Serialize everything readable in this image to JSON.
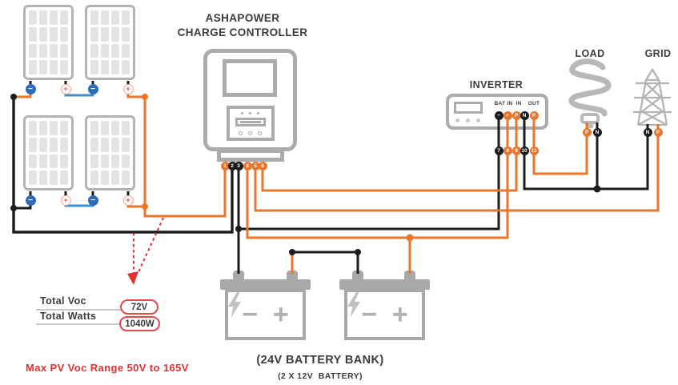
{
  "title": {
    "line1": "ASHAPOWER",
    "line2": "CHARGE CONTROLLER"
  },
  "inverter": {
    "label": "INVERTER",
    "groups": [
      "BAT IN",
      "IN",
      "OUT"
    ],
    "terminals": [
      "−",
      "+",
      "P",
      "N",
      "P"
    ],
    "nodes": [
      "7",
      "8",
      "9",
      "10",
      "11"
    ]
  },
  "controller_nodes": [
    "1",
    "2",
    "3",
    "4",
    "5",
    "6"
  ],
  "load": {
    "label": "LOAD",
    "terminal_p": "P",
    "terminal_n": "N"
  },
  "grid": {
    "label": "GRID",
    "terminal_n": "N",
    "terminal_p": "P"
  },
  "pv": {
    "minus": "−",
    "plus": "+"
  },
  "battery": {
    "bank_label": "(24V BATTERY BANK)",
    "unit_label": "(2 X 12V  BATTERY)",
    "minus": "−",
    "plus": "+"
  },
  "stats": {
    "voc_label": "Total Voc",
    "voc_value": "72V",
    "watts_label": "Total Watts",
    "watts_value": "1040W"
  },
  "note": "Max PV Voc Range 50V to 165V",
  "colors": {
    "wire_orange": "#E8762D",
    "wire_black": "#1C1C1E",
    "wire_blue": "#3F8FCC",
    "device_gray": "#ABABAB",
    "accent_red": "#E23131"
  }
}
